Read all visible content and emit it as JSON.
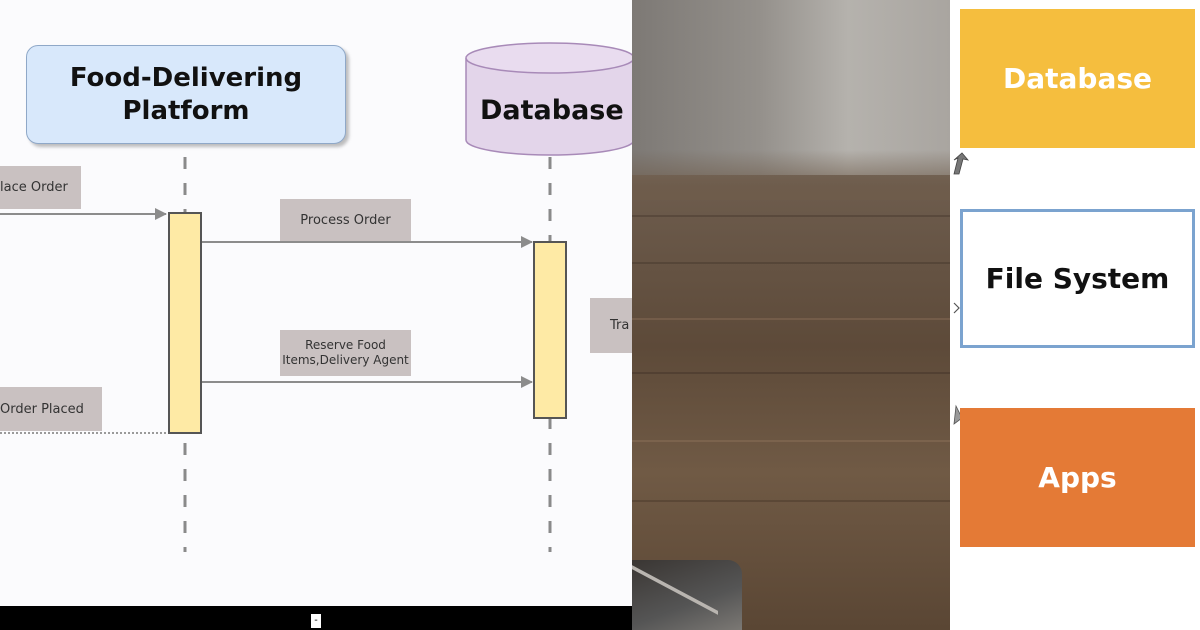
{
  "sequence_diagram": {
    "participants": {
      "platform": "Food-Delivering Platform",
      "database": "Database"
    },
    "messages": {
      "place_order": "lace Order",
      "process_order": "Process Order",
      "reserve": "Reserve Food Items,Delivery Agent",
      "order_placed": "Order Placed",
      "trans": "Tra"
    },
    "colors": {
      "platform_fill": "#d8e8fb",
      "database_fill": "#e3d5ea",
      "activation_fill": "#feeaa5",
      "message_fill": "#c9c1c1"
    }
  },
  "bottom_bar": {
    "glyph": "--"
  },
  "stack": {
    "items": [
      {
        "label": "Database",
        "color": "#f5be3e"
      },
      {
        "label": "File System",
        "color": "#ffffff"
      },
      {
        "label": "Apps",
        "color": "#e47a36"
      }
    ]
  }
}
